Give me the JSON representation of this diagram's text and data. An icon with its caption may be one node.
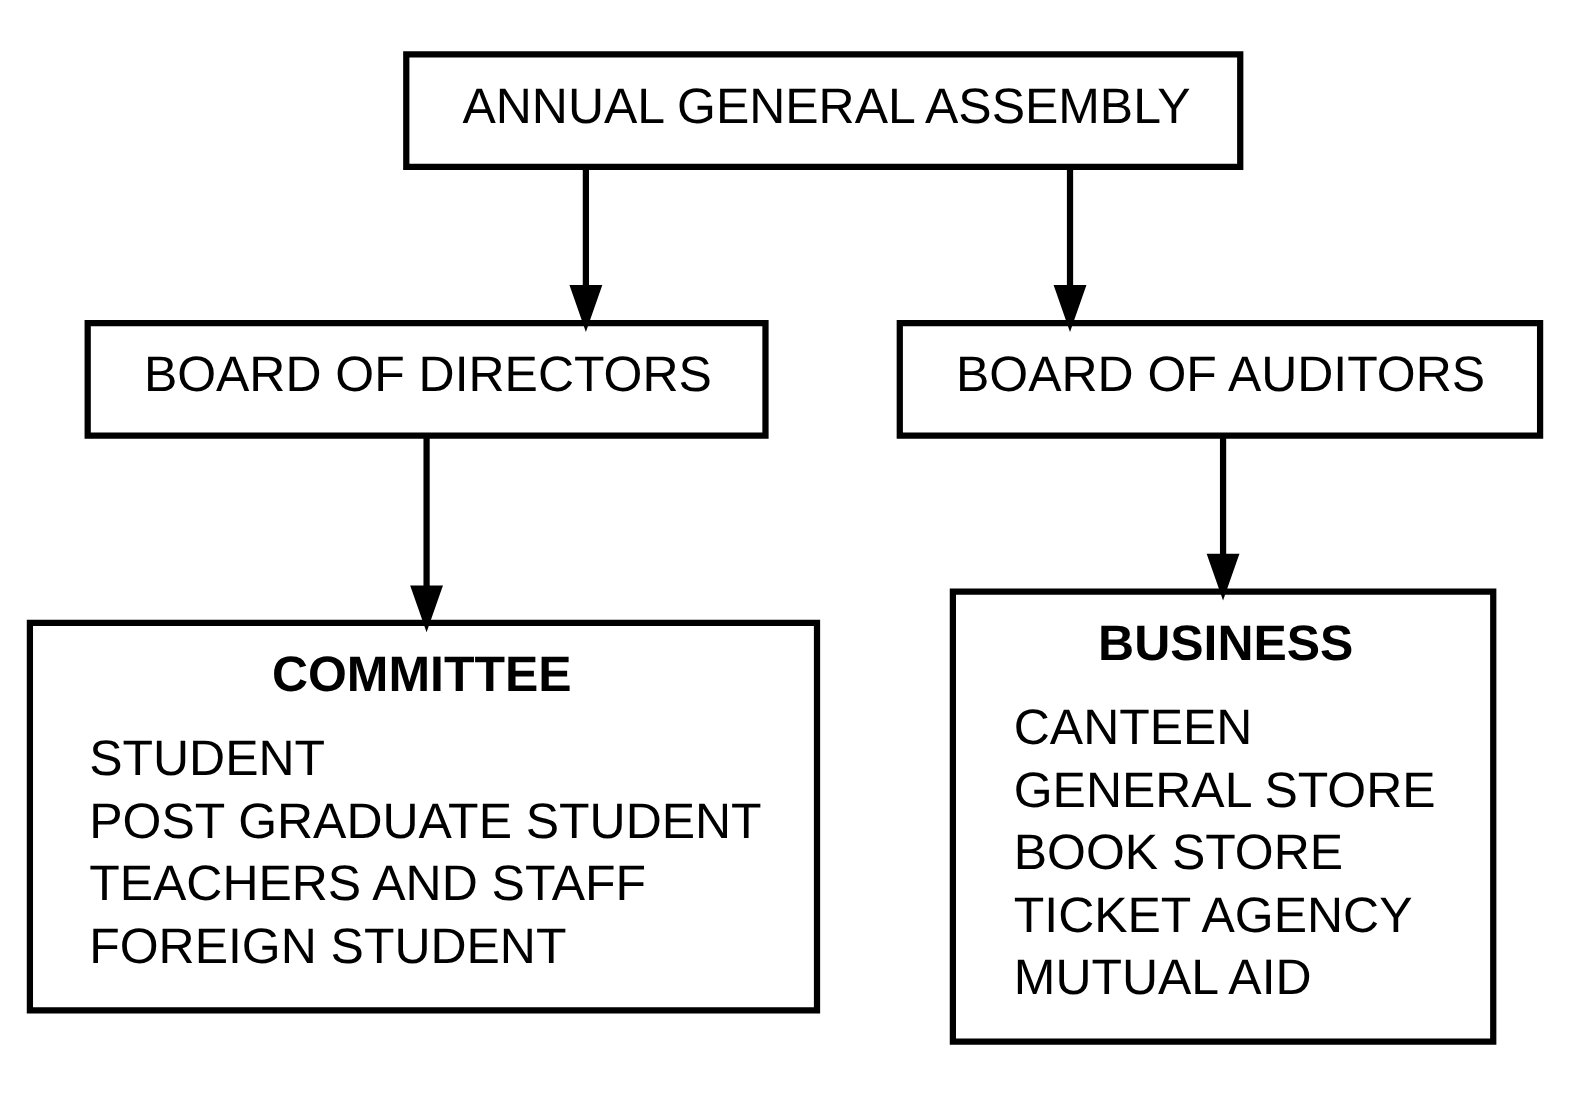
{
  "diagram": {
    "nodes": [
      {
        "text": [
          "ANNUAL GENERAL ASSEMBLY"
        ]
      },
      {
        "text": [
          "BOARD OF DIRECTORS"
        ]
      },
      {
        "text": [
          "BOARD OF AUDITORS"
        ]
      },
      {
        "text": [
          "COMMITTEE",
          "STUDENT",
          "POST GRADUATE STUDENT",
          "TEACHERS AND STAFF",
          "FOREIGN STUDENT"
        ]
      },
      {
        "text": [
          "BUSINESS",
          "CANTEEN",
          "GENERAL STORE",
          "BOOK STORE",
          "TICKET AGENCY",
          "MUTUAL AID"
        ]
      }
    ],
    "edges": [
      {
        "from": 0,
        "to": 1,
        "arrow": "to"
      },
      {
        "from": 0,
        "to": 2,
        "arrow": "to"
      },
      {
        "from": 1,
        "to": 3,
        "arrow": "to"
      },
      {
        "from": 2,
        "to": 4,
        "arrow": "to"
      }
    ]
  }
}
